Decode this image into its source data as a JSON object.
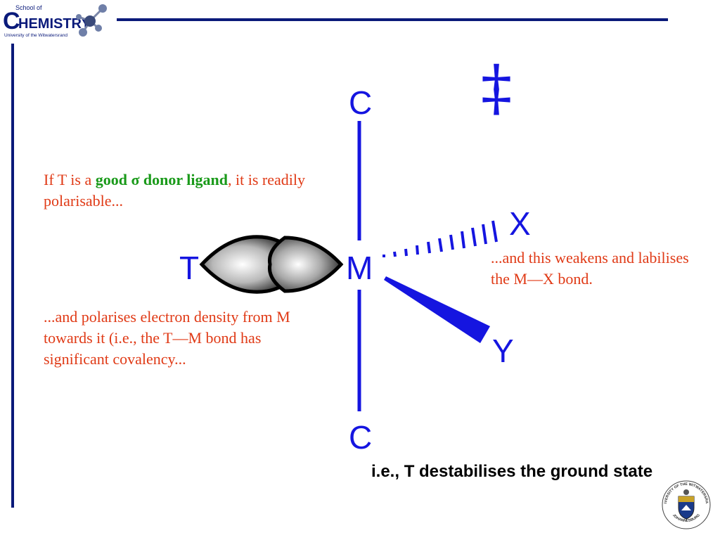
{
  "logo": {
    "school_of": "School of",
    "chemistry": "HEMISTRY",
    "initial": "C",
    "university": "University of the Witwatersrand"
  },
  "diagram": {
    "label_c_top": "C",
    "label_c_bottom": "C",
    "label_t": "T",
    "label_m": "M",
    "label_x": "X",
    "label_y": "Y",
    "transition_symbol": "‡"
  },
  "notes": {
    "note1_pre": "If T is a ",
    "note1_em": "good σ donor ligand",
    "note1_post": ", it is readily polarisable...",
    "note2": "...and polarises electron density from M towards it (i.e., the T—M bond has significant covalency...",
    "note3": "...and this weakens and labilises the M—X bond."
  },
  "conclusion": "i.e., T destabilises the ground state",
  "seal": {
    "top_text": "UNIVERSITY OF THE WITWATERSRAND",
    "bottom_text": "JOHANNESBURG"
  },
  "colors": {
    "rule": "#0a1a7a",
    "bond": "#1515e0",
    "note_text": "#e03a16",
    "emphasis": "#1a9a1a"
  }
}
